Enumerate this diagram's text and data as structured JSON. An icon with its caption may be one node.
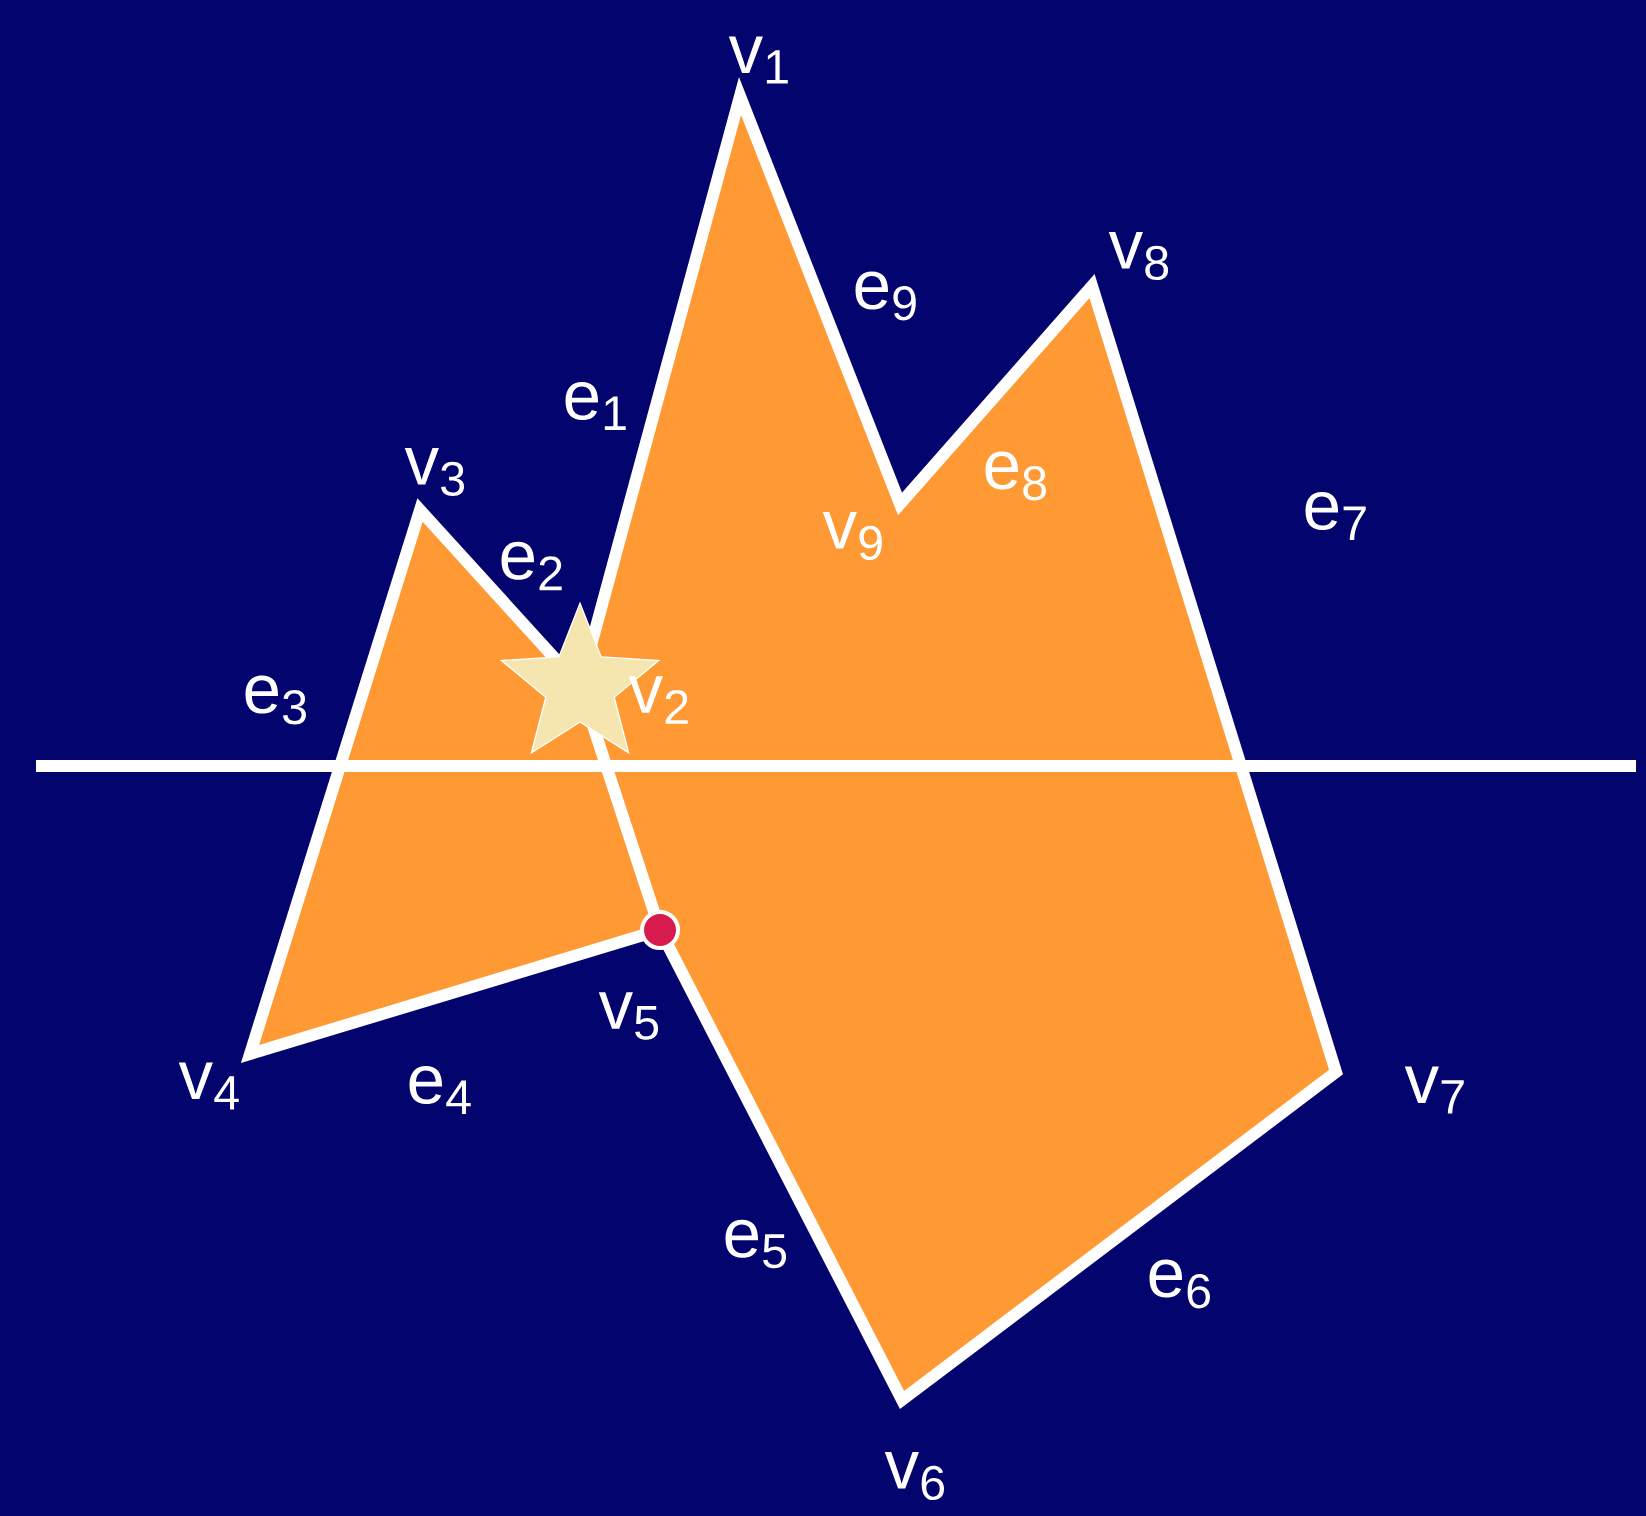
{
  "diagram": {
    "labels": [
      "v$_{1}$",
      "e$_{9}$",
      "v$_{8}$",
      "e$_{1}$",
      "v$_{3}$",
      "e$_{8}$",
      "e$_{7}$",
      "v$_{9}$",
      "e$_{2}$",
      "e$_{3}$",
      "v$_{2}$",
      "v$_{5}$",
      "v$_{4}$",
      "e$_{4}$",
      "v$_{7}$",
      "e$_{5}$",
      "e$_{6}$",
      "v$_{6}$"
    ]
  }
}
